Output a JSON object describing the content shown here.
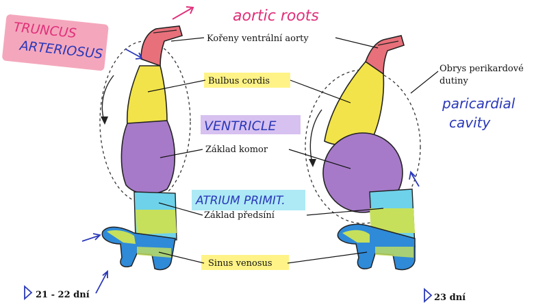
{
  "labels": {
    "truncus": [
      "TRUNCUS",
      "ARTERIOSUS"
    ],
    "aortic_roots": "aortic roots",
    "koreny": "Kořeny ventrální aorty",
    "bulbus": "Bulbus cordis",
    "ventricle": "VENTRICLE",
    "zaklad_komor": "Základ komor",
    "atrium": "ATRIUM PRIMIT.",
    "zaklad_predsini": "Základ předsíní",
    "sinus": "Sinus venosus",
    "obrys": [
      "Obrys perikardové",
      "dutiny"
    ],
    "pericardial": [
      "paricardial",
      "cavity"
    ],
    "day_left": "21 - 22 dní",
    "day_right": "23 dní"
  },
  "colors": {
    "aorta": "#e8707a",
    "bulbus": "#f2e34a",
    "ventricle": "#a67ac8",
    "atrium": "#6ed2ea",
    "atrium_green": "#c6e05c",
    "sinus": "#2f8ad8",
    "highlight_pink": "#f08aa6",
    "highlight_yellow": "#fff27a",
    "highlight_purple": "#cdb2ec",
    "highlight_cyan": "#9fe6f4",
    "ink_blue": "#2a38b8"
  }
}
